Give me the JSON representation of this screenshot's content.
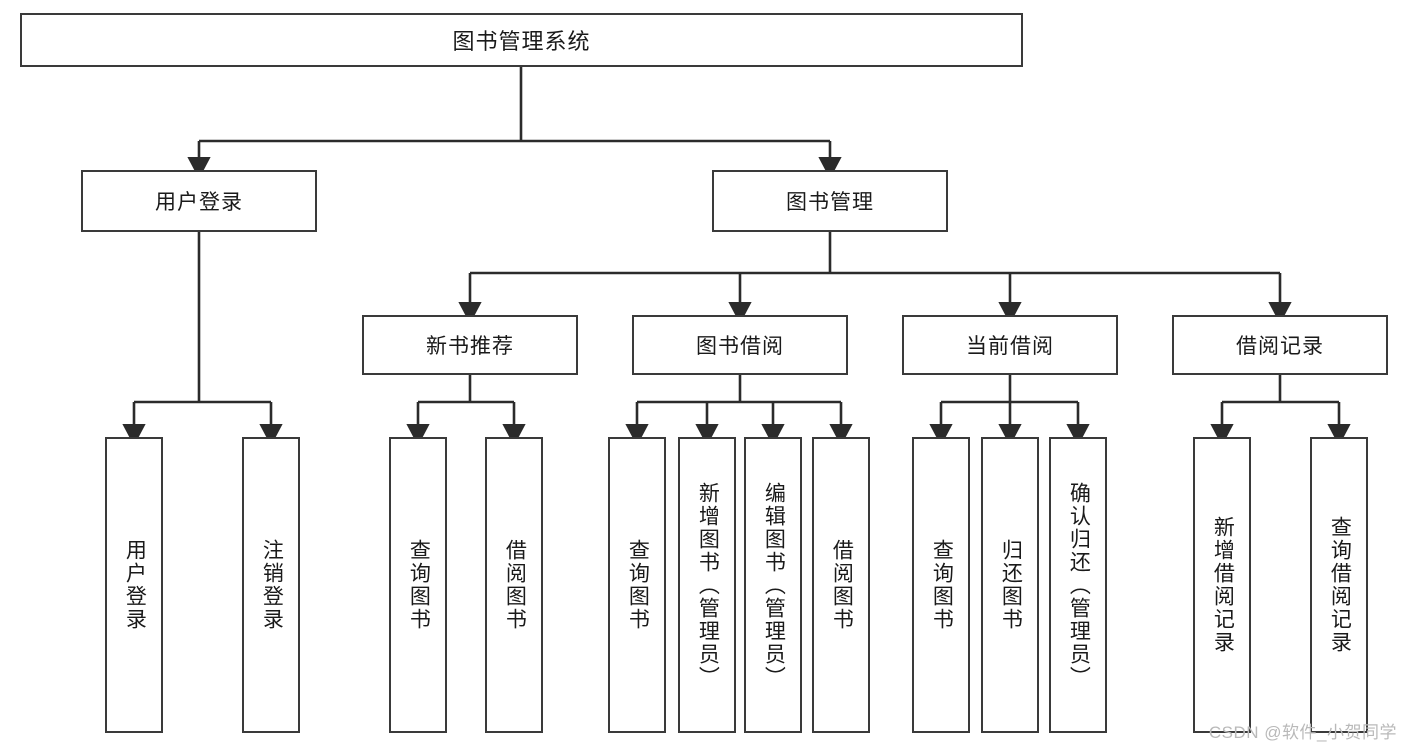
{
  "diagram": {
    "title": "图书管理系统",
    "type": "tree-hierarchy-chart",
    "colors": {
      "box_border": "#3a3a3a",
      "box_fill": "#ffffff",
      "edge": "#2b2b2b",
      "text": "#1a1a1a",
      "watermark": "#b9b9b9",
      "background": "#ffffff"
    },
    "root": {
      "label": "图书管理系统"
    },
    "level2": [
      {
        "label": "用户登录"
      },
      {
        "label": "图书管理"
      }
    ],
    "level3": [
      {
        "label": "新书推荐"
      },
      {
        "label": "图书借阅"
      },
      {
        "label": "当前借阅"
      },
      {
        "label": "借阅记录"
      }
    ],
    "leaves": {
      "user_login": [
        {
          "label": "用户登录"
        },
        {
          "label": "注销登录"
        }
      ],
      "new_book_recommend": [
        {
          "label": "查询图书"
        },
        {
          "label": "借阅图书"
        }
      ],
      "book_borrow": [
        {
          "label": "查询图书"
        },
        {
          "label": "新增图书（管理员）"
        },
        {
          "label": "编辑图书（管理员）"
        },
        {
          "label": "借阅图书"
        }
      ],
      "current_borrow": [
        {
          "label": "查询图书"
        },
        {
          "label": "归还图书"
        },
        {
          "label": "确认归还（管理员）"
        }
      ],
      "borrow_record": [
        {
          "label": "新增借阅记录"
        },
        {
          "label": "查询借阅记录"
        }
      ]
    }
  },
  "watermark": {
    "text": "CSDN @软件_小贺同学"
  }
}
